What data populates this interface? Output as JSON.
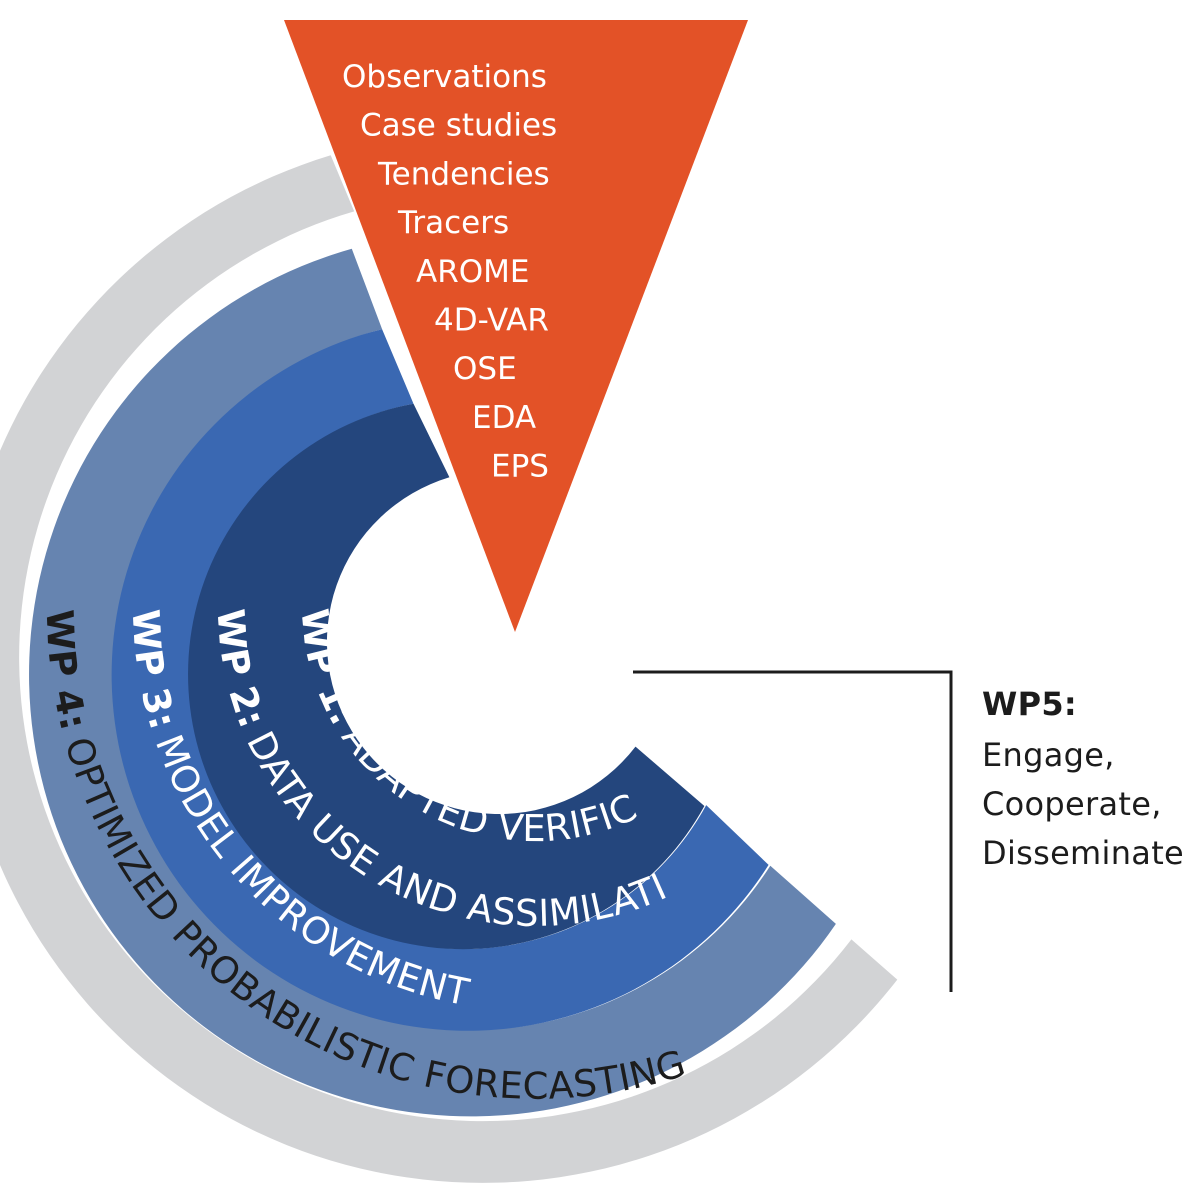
{
  "colors": {
    "wp4": "#d2d3d5",
    "wp3": "#6684b0",
    "wp2": "#3a68b2",
    "wp1": "#24467d",
    "triangle": "#e35227",
    "text_dark": "#1c1c1c",
    "text_light": "#ffffff",
    "bracket": "#1c1c1c"
  },
  "rings": [
    {
      "id": "wp4",
      "prefix": "WP 4:",
      "label": "OPTIMIZED PROBABILISTIC FORECASTING",
      "text_color": "#1c1c1c"
    },
    {
      "id": "wp3",
      "prefix": "WP 3:",
      "label": "MODEL IMPROVEMENT",
      "text_color": "#ffffff"
    },
    {
      "id": "wp2",
      "prefix": "WP 2:",
      "label": "DATA USE AND ASSIMILATION",
      "text_color": "#ffffff"
    },
    {
      "id": "wp1",
      "prefix": "WP 1:",
      "label": "ADAPTED VERIFICATION",
      "text_color": "#ffffff"
    }
  ],
  "triangle_items": [
    "Observations",
    "Case studies",
    "Tendencies",
    "Tracers",
    "AROME",
    "4D-VAR",
    "OSE",
    "EDA",
    "EPS"
  ],
  "wp5": {
    "title": "WP5:",
    "lines": [
      "Engage,",
      "Cooperate,",
      "Disseminate"
    ]
  }
}
